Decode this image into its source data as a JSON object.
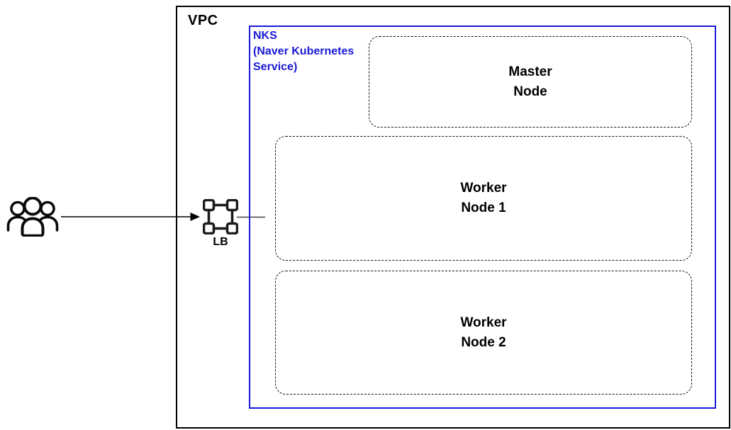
{
  "diagram": {
    "vpc": {
      "label": "VPC"
    },
    "nks": {
      "label_lines": [
        "NKS",
        "(Naver Kubernetes",
        "Service)"
      ]
    },
    "nodes": [
      {
        "id": "master-node",
        "line1": "Master",
        "line2": "Node"
      },
      {
        "id": "worker-node-1",
        "line1": "Worker",
        "line2": "Node 1"
      },
      {
        "id": "worker-node-2",
        "line1": "Worker",
        "line2": "Node 2"
      }
    ],
    "load_balancer": {
      "label": "LB"
    },
    "icons": {
      "users": "users-group-icon",
      "load_balancer": "load-balancer-icon",
      "arrow": "right-arrow"
    },
    "colors": {
      "nks_accent": "#1a1ad6",
      "line": "#000000",
      "background": "#ffffff"
    }
  }
}
